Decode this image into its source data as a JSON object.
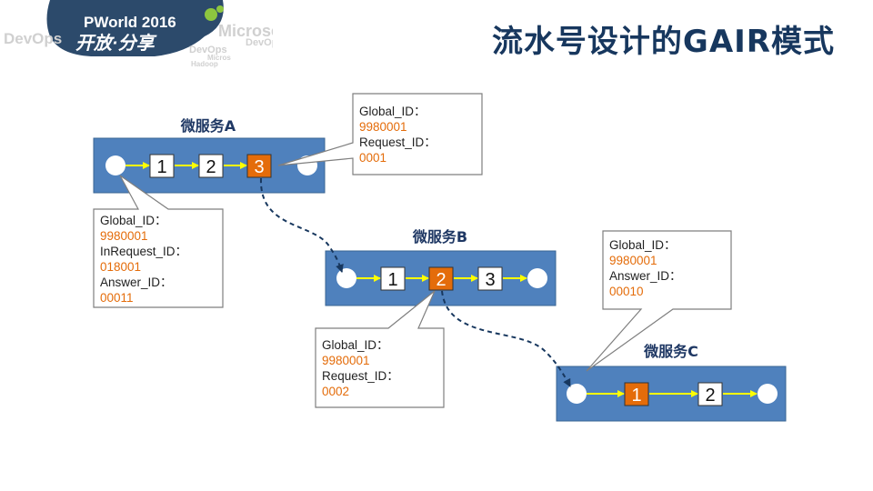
{
  "brand": {
    "event": "PWorld 2016",
    "slogan": "开放·分享",
    "tags": [
      "DevOps",
      "Microservice",
      "DevOps",
      "Hadoop",
      "Micros"
    ]
  },
  "title": "流水号设计的GAIR模式",
  "colors": {
    "service_bg": "#4f81bd",
    "step_box": "#ffffff",
    "step_active": "#e46c0a",
    "arrow": "#ffff00",
    "link": "#17375e",
    "value": "#e46c0a"
  },
  "services": [
    {
      "name": "微服务A",
      "steps": [
        "1",
        "2",
        "3"
      ],
      "active_step": 2
    },
    {
      "name": "微服务B",
      "steps": [
        "1",
        "2",
        "3"
      ],
      "active_step": 1
    },
    {
      "name": "微服务C",
      "steps": [
        "1",
        "2"
      ],
      "active_step": 0
    }
  ],
  "callouts": [
    {
      "name": "callout-a-request",
      "lines": [
        {
          "label": "Global_ID：",
          "value": "9980001"
        },
        {
          "label": "Request_ID：",
          "value": "0001"
        }
      ]
    },
    {
      "name": "callout-a-answer",
      "lines": [
        {
          "label": "Global_ID：",
          "value": "9980001"
        },
        {
          "label": "InRequest_ID：",
          "value": "018001"
        },
        {
          "label": "Answer_ID：",
          "value": "00011"
        }
      ]
    },
    {
      "name": "callout-b-request",
      "lines": [
        {
          "label": "Global_ID：",
          "value": "9980001"
        },
        {
          "label": "Request_ID：",
          "value": "0002"
        }
      ]
    },
    {
      "name": "callout-c-answer",
      "lines": [
        {
          "label": "Global_ID：",
          "value": "9980001"
        },
        {
          "label": "Answer_ID：",
          "value": "00010"
        }
      ]
    }
  ]
}
